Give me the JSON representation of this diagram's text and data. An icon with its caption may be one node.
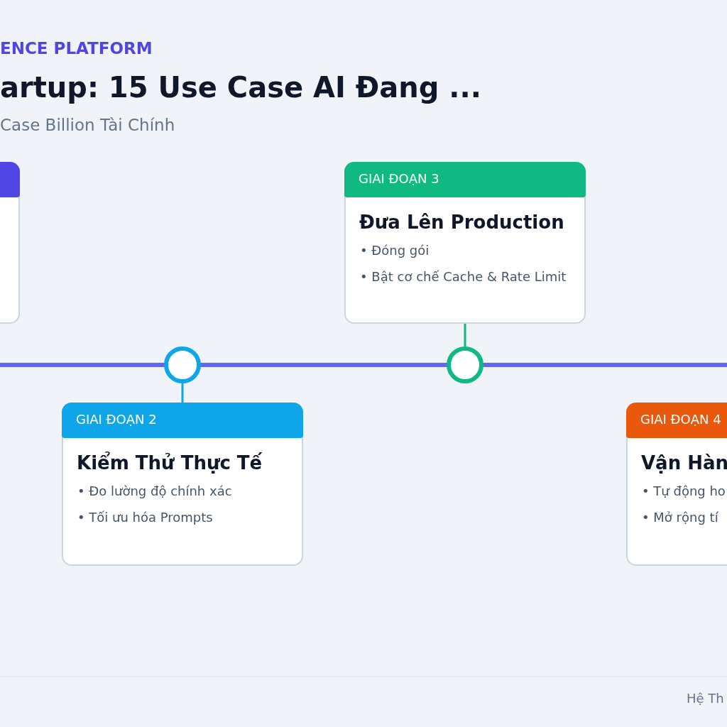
{
  "diagram": {
    "title": "artup: 15 Use Case AI Đang ...",
    "nodes": [
      {
        "text": [],
        "shape": "box"
      },
      {
        "text": [
          "GIAI ĐOẠN 3",
          "Đưa Lên Production",
          "• Đóng gói",
          "• Bật cơ chế Cache & Rate Limit"
        ]
      },
      {
        "text": [],
        "shape": "circle"
      },
      {
        "text": [],
        "shape": "circle"
      },
      {
        "text": [
          "GIAI ĐOẠN 2",
          "Kiểm Thử Thực Tế",
          "• Đo lường độ chính xác",
          "• Tối ưu hóa Prompts"
        ]
      },
      {
        "text": [
          "GIAI ĐOẠN 4",
          "Vận Hàn",
          "• Tự động ho",
          "• Mở rộng tí"
        ]
      }
    ],
    "edges": [
      {
        "from": 2,
        "to": 4,
        "arrow": "none",
        "color": "#0ea5e9"
      },
      {
        "from": 1,
        "to": 3,
        "arrow": "none",
        "color": "#10b981"
      }
    ],
    "labels": [
      "ENCE PLATFORM",
      "Case Billion Tài Chính",
      "Hệ Th"
    ]
  }
}
